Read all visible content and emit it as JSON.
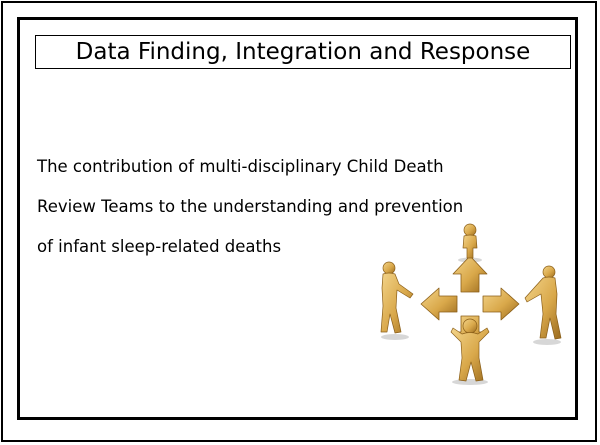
{
  "slide": {
    "title": "Data Finding, Integration and Response",
    "body_lines": [
      "The contribution of multi-disciplinary Child Death",
      "Review Teams to the understanding and prevention",
      "of infant sleep-related deaths"
    ]
  },
  "illustration": {
    "icon": "teamwork-arrows-figures-icon",
    "colors": {
      "gold_light": "#f3d48a",
      "gold": "#d9a84a",
      "gold_dark": "#9a6a1e"
    }
  }
}
